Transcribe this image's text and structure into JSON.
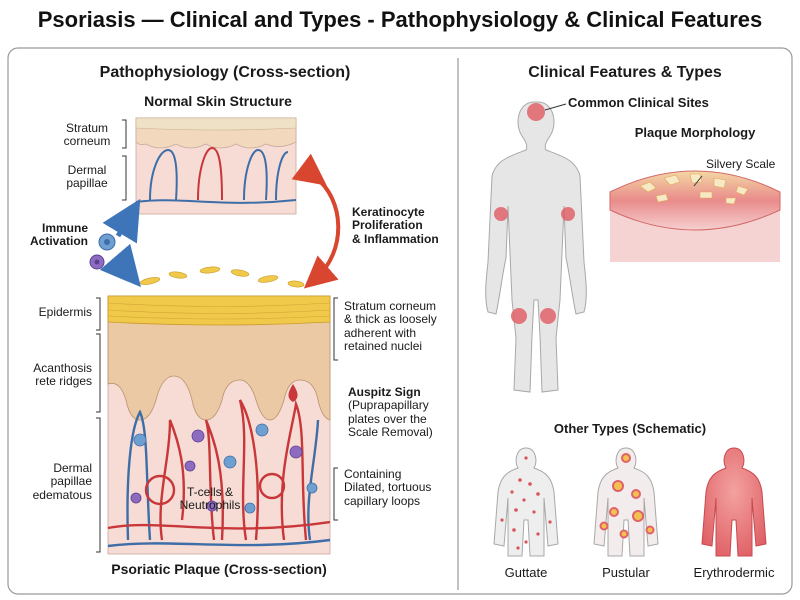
{
  "title": "Psoriasis — Clinical and Types - Pathophysiology & Clinical Features",
  "left_panel": {
    "heading": "Pathophysiology (Cross-section)",
    "normal_skin": {
      "heading": "Normal Skin Structure",
      "stratum_corneum": [
        "Stratum",
        "corneum"
      ],
      "dermal_papillae": [
        "Dermal",
        "papillae"
      ]
    },
    "immune_activation": [
      "Immune",
      "Activation"
    ],
    "keratinocyte": [
      "Keratinocyte",
      "Proliferation",
      "& Inflammation"
    ],
    "epidermis": "Epidermis",
    "acanthosis": [
      "Acanthosis",
      "rete ridges"
    ],
    "dermal_edematous": [
      "Dermal",
      "papillae",
      "edematous"
    ],
    "stratum_note": [
      "Stratum corneum",
      "& thick as loosely",
      "adherent with",
      "retained nuclei"
    ],
    "auspitz": {
      "title": "Auspitz Sign",
      "lines": [
        "(Puprapapillary",
        "plates over the",
        "Scale Removal)"
      ]
    },
    "tcells": [
      "T-cells &",
      "Neutrophils"
    ],
    "capillary": [
      "Containing",
      "Dilated, tortuous",
      "capillary loops"
    ],
    "footer": "Psoriatic Plaque (Cross-section)"
  },
  "right_panel": {
    "heading": "Clinical Features & Types",
    "common_sites": "Common Clinical Sites",
    "plaque_morphology": "Plaque Morphology",
    "silvery_scale": "Silvery Scale",
    "other_types": "Other Types (Schematic)",
    "types": [
      "Guttate",
      "Pustular",
      "Erythrodermic"
    ]
  },
  "colors": {
    "skin": "#f2d9bd",
    "stratum": "#f0c84a",
    "dermis": "#f7dcd5",
    "vessel_red": "#c8373a",
    "vessel_blue": "#3e6ea8",
    "cell_blue": "#6f9fd0",
    "cell_purple": "#7a5aa8",
    "lesion": "#e0626a",
    "figure": "#e6e6e6"
  }
}
